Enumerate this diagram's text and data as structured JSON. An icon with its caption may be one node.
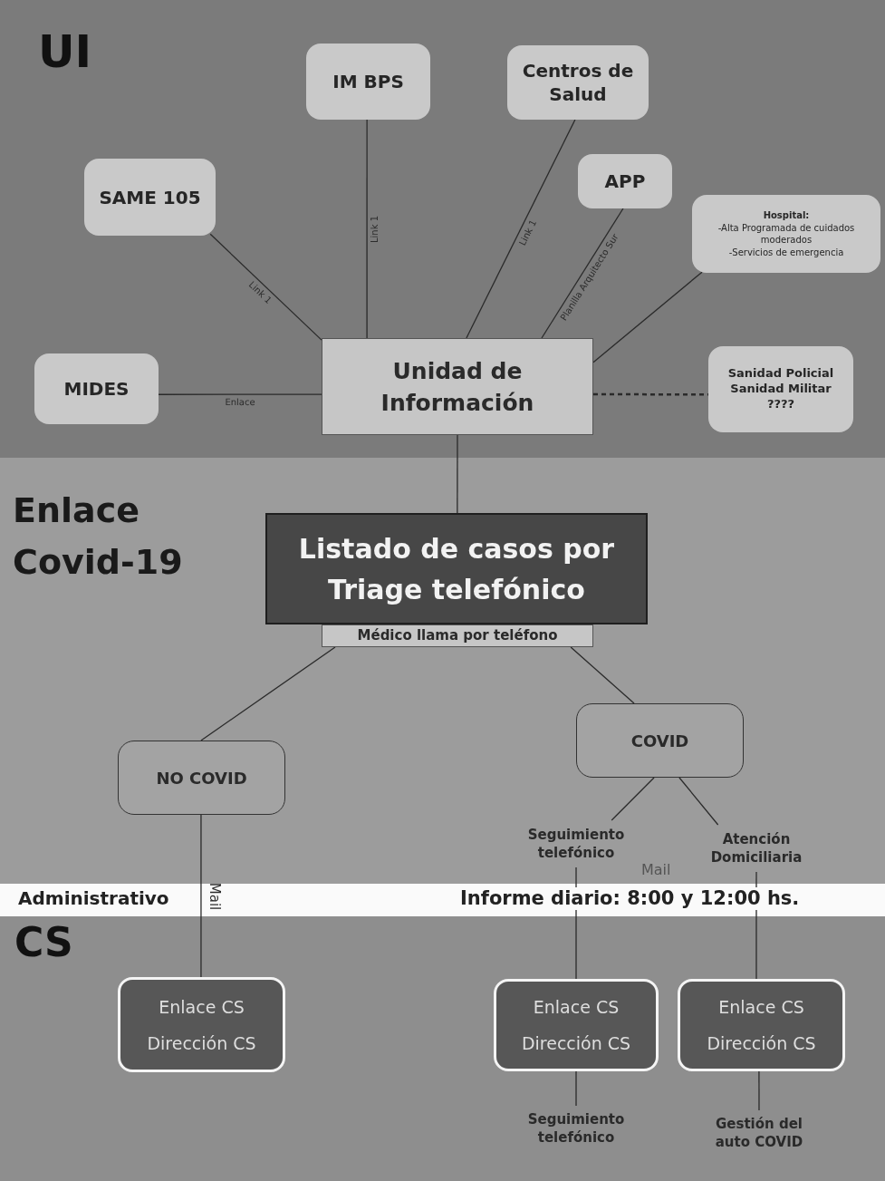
{
  "diagram": {
    "nodes": [
      {
        "text": [
          "IM BPS"
        ]
      },
      {
        "text": [
          "Centros de Salud"
        ]
      },
      {
        "text": [
          "SAME 105"
        ]
      },
      {
        "text": [
          "APP"
        ]
      },
      {
        "text": [
          "Hospital:",
          "-Alta Programada de cuidados moderados",
          "-Servicios de emergencia"
        ]
      },
      {
        "text": [
          "MIDES"
        ]
      },
      {
        "text": [
          "Unidad de Información"
        ]
      },
      {
        "text": [
          "Sanidad Policial Sanidad Militar ????"
        ]
      },
      {
        "text": [
          "Listado de casos por Triage telefónico"
        ]
      },
      {
        "text": [
          "Médico llama por teléfono"
        ]
      },
      {
        "text": [
          "NO COVID"
        ]
      },
      {
        "text": [
          "COVID"
        ]
      },
      {
        "text": [
          "Seguimiento telefónico"
        ]
      },
      {
        "text": [
          "Atención Domiciliaria"
        ]
      },
      {
        "text": [
          "Enlace CS",
          "Dirección CS"
        ]
      },
      {
        "text": [
          "Enlace CS",
          "Dirección CS"
        ]
      },
      {
        "text": [
          "Enlace CS",
          "Dirección CS"
        ]
      },
      {
        "text": [
          "Seguimiento telefónico"
        ]
      },
      {
        "text": [
          "Gestión del auto COVID"
        ]
      }
    ],
    "edges": [
      {
        "from": 2,
        "to": 6,
        "arrow": "none",
        "label": "Link 1"
      },
      {
        "from": 0,
        "to": 6,
        "arrow": "none",
        "label": "Link 1"
      },
      {
        "from": 1,
        "to": 6,
        "arrow": "none",
        "label": "Link 1"
      },
      {
        "from": 3,
        "to": 6,
        "arrow": "none",
        "label": "Planilla Arquitecto Sur"
      },
      {
        "from": 4,
        "to": 6,
        "arrow": "none"
      },
      {
        "from": 5,
        "to": 6,
        "arrow": "none",
        "label": "Enlace"
      },
      {
        "from": 6,
        "to": 7,
        "arrow": "none",
        "style": "dashed"
      },
      {
        "from": 6,
        "to": 8,
        "arrow": "none"
      },
      {
        "from": 9,
        "to": 10,
        "arrow": "none"
      },
      {
        "from": 9,
        "to": 11,
        "arrow": "none"
      },
      {
        "from": 11,
        "to": 12,
        "arrow": "none"
      },
      {
        "from": 11,
        "to": 13,
        "arrow": "none"
      },
      {
        "from": 10,
        "to": 14,
        "arrow": "none",
        "label": "Mail"
      },
      {
        "from": 12,
        "to": 15,
        "arrow": "none"
      },
      {
        "from": 13,
        "to": 16,
        "arrow": "none"
      },
      {
        "from": 15,
        "to": 17,
        "arrow": "none"
      },
      {
        "from": 16,
        "to": 18,
        "arrow": "none"
      }
    ],
    "labels": [
      "UI",
      "Enlace Covid-19",
      "Mail",
      "Administrativo",
      "Informe diario: 8:00 y 12:00 hs.",
      "CS"
    ]
  }
}
